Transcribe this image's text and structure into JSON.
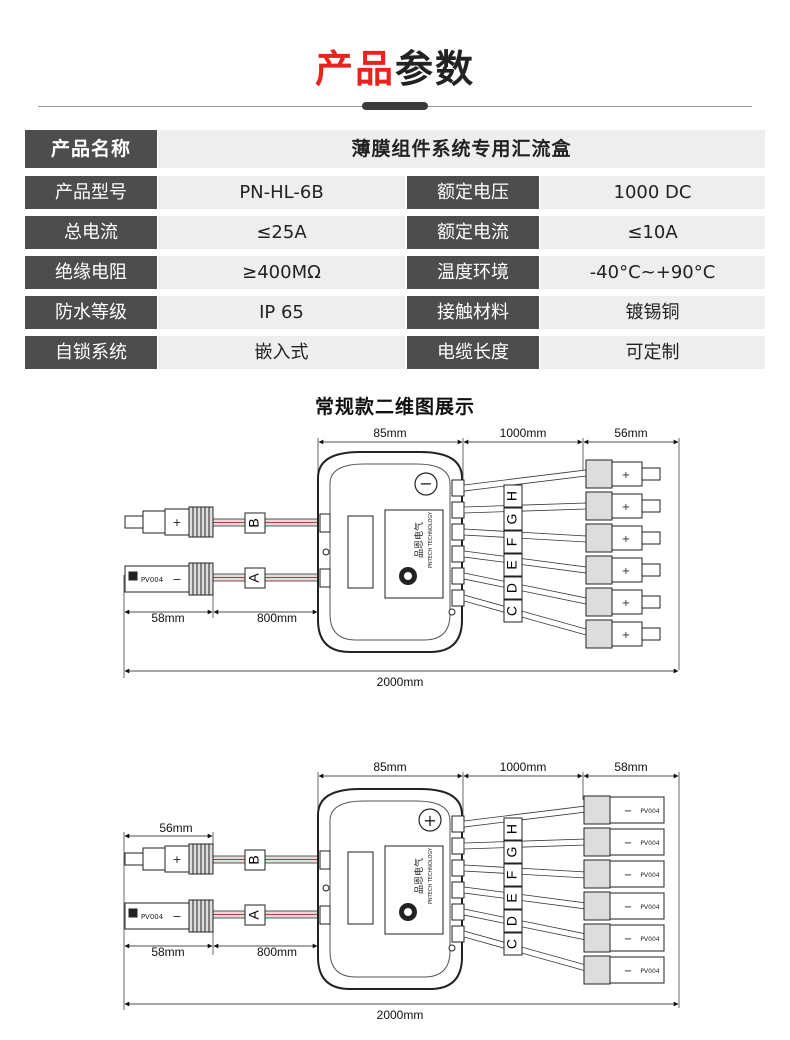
{
  "header": {
    "title_red": "产品",
    "title_dark": "参数"
  },
  "spec": {
    "name_label": "产品名称",
    "name_value": "薄膜组件系统专用汇流盒",
    "rows": [
      {
        "label1": "产品型号",
        "value1": "PN-HL-6B",
        "label2": "额定电压",
        "value2": "1000 DC"
      },
      {
        "label1": "总电流",
        "value1": "≤25A",
        "label2": "额定电流",
        "value2": "≤10A"
      },
      {
        "label1": "绝缘电阻",
        "value1": "≥400MΩ",
        "label2": "温度环境",
        "value2": "-40°C~+90°C"
      },
      {
        "label1": "防水等级",
        "value1": "IP 65",
        "label2": "接触材料",
        "value2": "镀锡铜"
      },
      {
        "label1": "自锁系统",
        "value1": "嵌入式",
        "label2": "电缆长度",
        "value2": "可定制"
      }
    ]
  },
  "diagram": {
    "title": "常规款二维图展示",
    "top": {
      "polarity": "−",
      "dim_box": "85mm",
      "dim_cable": "1000mm",
      "dim_connector_right": "56mm",
      "dim_connector_left": "58mm",
      "dim_lead": "800mm",
      "dim_total": "2000mm",
      "inputs": [
        "B",
        "A"
      ],
      "outputs": [
        "H",
        "G",
        "F",
        "E",
        "D",
        "C"
      ]
    },
    "bottom": {
      "polarity": "+",
      "dim_box": "85mm",
      "dim_cable": "1000mm",
      "dim_connector_right": "58mm",
      "dim_connector_top_left": "56mm",
      "dim_connector_left": "58mm",
      "dim_lead": "800mm",
      "dim_total": "2000mm",
      "inputs": [
        "B",
        "A"
      ],
      "outputs": [
        "H",
        "G",
        "F",
        "E",
        "D",
        "C"
      ]
    },
    "logo_text": "品恩电气",
    "logo_sub": "PNTECH TECHNOLOGY",
    "connector_mark": "PV004"
  }
}
